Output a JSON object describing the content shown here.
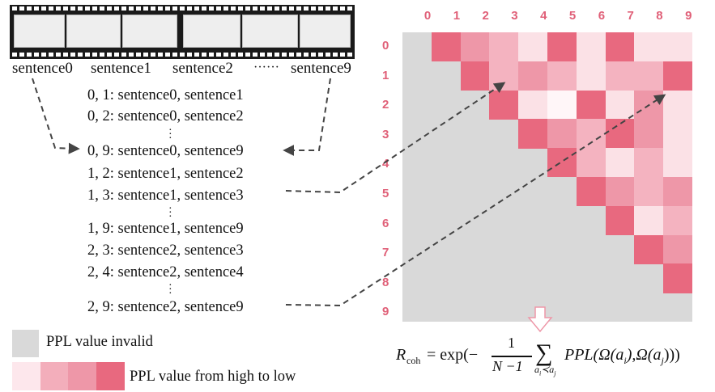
{
  "film": {
    "sentences": [
      "sentence0",
      "sentence1",
      "sentence2",
      "······",
      "sentence9"
    ]
  },
  "pairs": [
    {
      "label": "0, 1: sentence0, sentence1"
    },
    {
      "label": "0, 2: sentence0, sentence2"
    },
    {
      "label": "0, 9: sentence0, sentence9"
    },
    {
      "label": "1, 2: sentence1, sentence2"
    },
    {
      "label": "1, 3: sentence1, sentence3"
    },
    {
      "label": "1, 9: sentence1, sentence9"
    },
    {
      "label": "2, 3: sentence2, sentence3"
    },
    {
      "label": "2, 4: sentence2, sentence4"
    },
    {
      "label": "2, 9: sentence2, sentence9"
    }
  ],
  "matrix": {
    "col_labels": [
      "0",
      "1",
      "2",
      "3",
      "4",
      "5",
      "6",
      "7",
      "8",
      "9"
    ],
    "row_labels": [
      "0",
      "1",
      "2",
      "3",
      "4",
      "5",
      "6",
      "7",
      "8",
      "9"
    ],
    "levels": [
      [
        null,
        4,
        3,
        2,
        1,
        4,
        1,
        4,
        1,
        1
      ],
      [
        null,
        null,
        4,
        2,
        3,
        2,
        1,
        2,
        2,
        4
      ],
      [
        null,
        null,
        null,
        4,
        1,
        0,
        4,
        1,
        3,
        1
      ],
      [
        null,
        null,
        null,
        null,
        4,
        3,
        2,
        4,
        3,
        1
      ],
      [
        null,
        null,
        null,
        null,
        null,
        4,
        2,
        1,
        2,
        1
      ],
      [
        null,
        null,
        null,
        null,
        null,
        null,
        4,
        3,
        2,
        3
      ],
      [
        null,
        null,
        null,
        null,
        null,
        null,
        null,
        4,
        1,
        2
      ],
      [
        null,
        null,
        null,
        null,
        null,
        null,
        null,
        null,
        4,
        3
      ],
      [
        null,
        null,
        null,
        null,
        null,
        null,
        null,
        null,
        null,
        4
      ],
      [
        null,
        null,
        null,
        null,
        null,
        null,
        null,
        null,
        null,
        null
      ]
    ],
    "level_colors": [
      "#fff6f8",
      "#fbe1e6",
      "#f4b3c0",
      "#ee97a8",
      "#e8697f"
    ],
    "invalid_color": "#d9d9d9",
    "label_color": "#e06078"
  },
  "legend": {
    "invalid_label": "PPL value invalid",
    "gradient_label": "PPL value from high to low",
    "gradient_colors": [
      "#fde7ec",
      "#f3aebb",
      "#ee97a8",
      "#e8697f"
    ]
  },
  "formula": {
    "lhs_R": "R",
    "lhs_sub": "coh",
    "eq": "= exp(−",
    "num": "1",
    "den": "N −1",
    "sum": "∑",
    "sum_sub_a": "a",
    "sum_sub_i": "i",
    "sum_sub_prec": "≺",
    "sum_sub_j": "j",
    "body": "PPL(Ω(a",
    "body_i": "i",
    "body_mid": "),Ω(a",
    "body_j": "j",
    "body_end": ")))"
  }
}
